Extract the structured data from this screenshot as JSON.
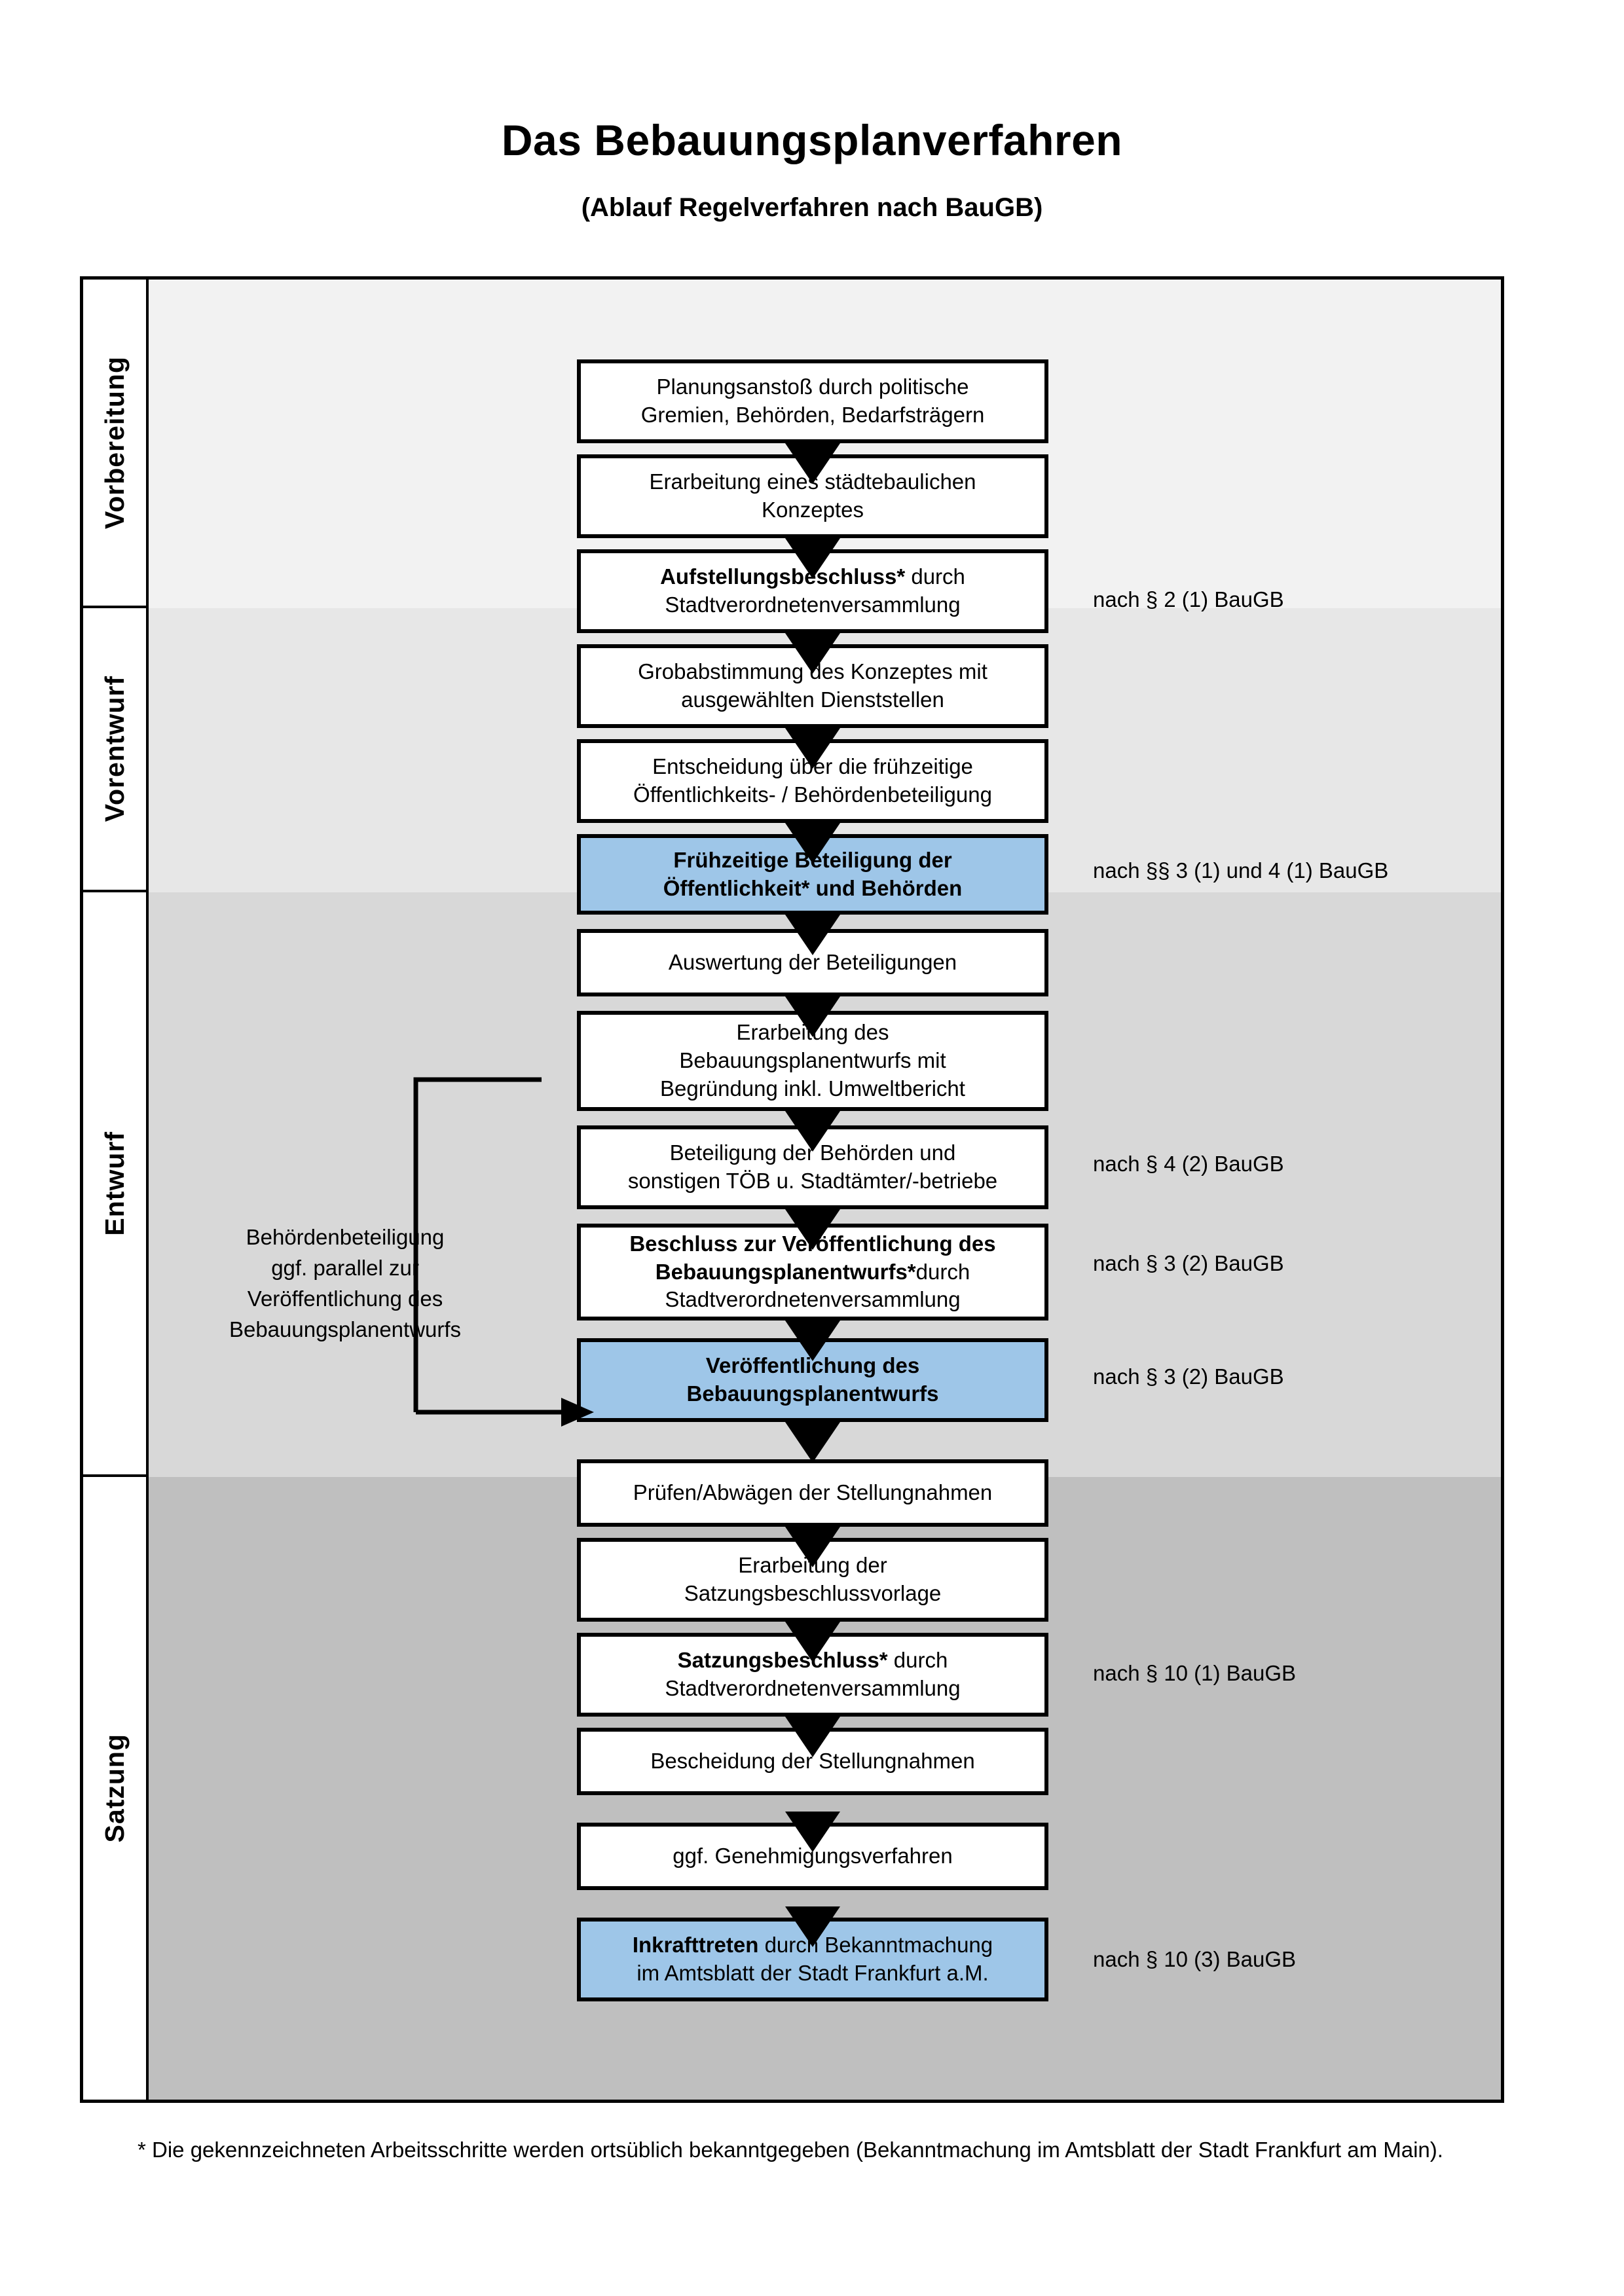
{
  "header": {
    "title": "Das Bebauungsplanverfahren",
    "subtitle": "(Ablauf Regelverfahren nach BauGB)"
  },
  "phases": [
    {
      "label": "Vorbereitung"
    },
    {
      "label": "Vorentwurf"
    },
    {
      "label": "Entwurf"
    },
    {
      "label": "Satzung"
    }
  ],
  "steps": [
    {
      "id": "planungsanstoss",
      "line1": "Planungsanstoß durch politische",
      "line2": "Gremien, Behörden, Bedarfsträgern",
      "bold": "",
      "style": "plain"
    },
    {
      "id": "staedtebauliches",
      "line1": "Erarbeitung eines städtebaulichen",
      "line2": "Konzeptes",
      "bold": "",
      "style": "plain"
    },
    {
      "id": "aufstellungsbeschluss",
      "line1": "durch",
      "line2": "Stadtverordnetenversammlung",
      "bold": "Aufstellungsbeschluss*",
      "style": "plain"
    },
    {
      "id": "grobabstimmung",
      "line1": "Grobabstimmung des Konzeptes mit",
      "line2": "ausgewählten Dienststellen",
      "bold": "",
      "style": "plain"
    },
    {
      "id": "entscheidung",
      "line1": "Entscheidung über die frühzeitige",
      "line2": "Öffentlichkeits- / Behördenbeteiligung",
      "bold": "",
      "style": "plain"
    },
    {
      "id": "fruehzeitige",
      "line1": "Frühzeitige Beteiligung der",
      "line2": "Öffentlichkeit* und Behörden",
      "bold": "",
      "style": "blue-bold"
    },
    {
      "id": "auswertung",
      "line1": "Auswertung der Beteiligungen",
      "line2": "",
      "bold": "",
      "style": "plain"
    },
    {
      "id": "erarbeitung-entwurf",
      "line1": "Erarbeitung des",
      "line2": "Bebauungsplanentwurfs mit",
      "line3": "Begründung inkl. Umweltbericht",
      "bold": "",
      "style": "plain"
    },
    {
      "id": "beteiligung-behoerden",
      "line1": "Beteiligung der Behörden und",
      "line2": "sonstigen TÖB u. Stadtämter/-betriebe",
      "bold": "",
      "style": "plain"
    },
    {
      "id": "beschluss-veroeff",
      "line1": "Beschluss zur Veröffentlichung des",
      "line2": "Bebauungsplanentwurfs*",
      "line3": "durch",
      "line4": "Stadtverordnetenversammlung",
      "style": "mixed-bold"
    },
    {
      "id": "veroeffentlichung",
      "line1": "Veröffentlichung des",
      "line2": "Bebauungsplanentwurfs",
      "bold": "",
      "style": "blue-bold"
    },
    {
      "id": "pruefen-abwaegen",
      "line1": "Prüfen/Abwägen der Stellungnahmen",
      "line2": "",
      "bold": "",
      "style": "plain"
    },
    {
      "id": "satzungsvorlage",
      "line1": "Erarbeitung der",
      "line2": "Satzungsbeschlussvorlage",
      "bold": "",
      "style": "plain"
    },
    {
      "id": "satzungsbeschluss",
      "line1": "durch",
      "line2": "Stadtverordnetenversammlung",
      "bold": "Satzungsbeschluss*",
      "style": "plain"
    },
    {
      "id": "bescheidung",
      "line1": "Bescheidung der Stellungnahmen",
      "line2": "",
      "bold": "",
      "style": "plain"
    },
    {
      "id": "genehmigungsverfahren",
      "line1": "ggf. Genehmigungsverfahren",
      "line2": "",
      "bold": "",
      "style": "plain"
    },
    {
      "id": "inkrafttreten",
      "line1": "durch Bekanntmachung",
      "line2": "im Amtsblatt der Stadt Frankfurt a.M.",
      "bold": "Inkrafttreten",
      "style": "blue"
    }
  ],
  "side_note": {
    "line1": "Behördenbeteiligung",
    "line2": "ggf. parallel zur",
    "line3": "Veröffentlichung des",
    "line4": "Bebauungsplanentwurfs"
  },
  "legal_refs": [
    {
      "id": "ref-aufstellungsbeschluss",
      "text": "nach § 2 (1) BauGB"
    },
    {
      "id": "ref-fruehzeitige",
      "text": "nach §§ 3 (1) und 4 (1) BauGB"
    },
    {
      "id": "ref-beteiligung-behoerden",
      "text": "nach § 4 (2) BauGB"
    },
    {
      "id": "ref-beschluss-veroeff",
      "text": "nach § 3 (2) BauGB"
    },
    {
      "id": "ref-veroeffentlichung",
      "text": "nach § 3 (2) BauGB"
    },
    {
      "id": "ref-satzungsbeschluss",
      "text": "nach § 10 (1) BauGB"
    },
    {
      "id": "ref-inkrafttreten",
      "text": "nach § 10 (3) BauGB"
    }
  ],
  "footnote": {
    "text": "* Die gekennzeichneten Arbeitsschritte werden ortsüblich bekanntgegeben (Bekanntmachung im Amtsblatt  der Stadt Frankfurt am Main)."
  },
  "colors": {
    "highlight_blue": "#9ec6e8",
    "band_1": "#f2f2f2",
    "band_2": "#e7e7e7",
    "band_3": "#d8d8d8",
    "band_4": "#bfbfbf",
    "outline": "#000000"
  }
}
